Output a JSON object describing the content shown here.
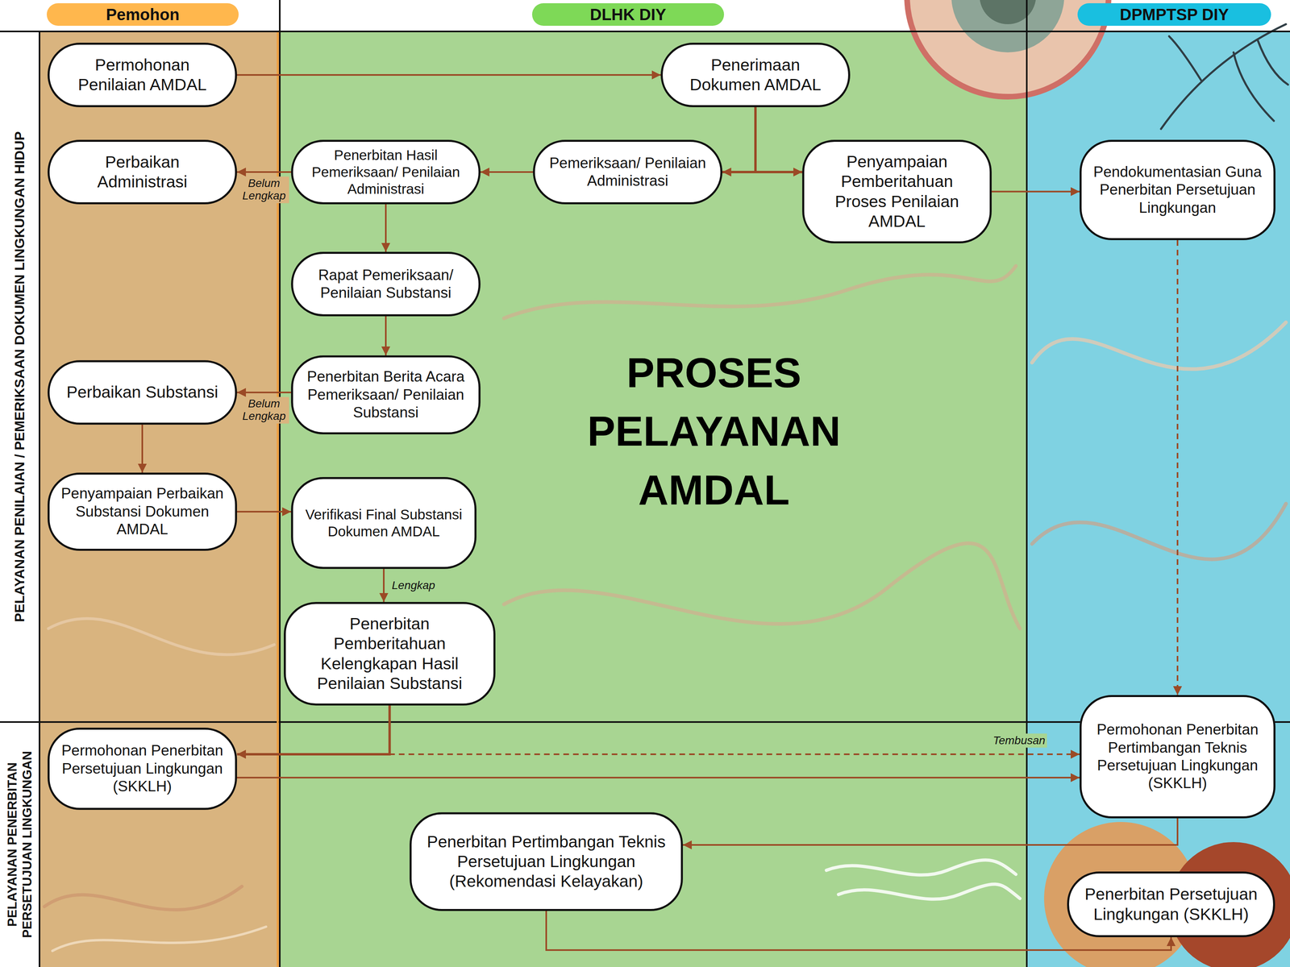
{
  "diagram": {
    "title": "PROSES PELAYANAN AMDAL",
    "nodes": [
      {
        "text": [
          "Pemohon"
        ]
      },
      {
        "text": [
          "DLHK DIY"
        ]
      },
      {
        "text": [
          "DPMPTSP DIY"
        ]
      },
      {
        "text": [
          "Permohonan Penilaian AMDAL"
        ],
        "in": 0
      },
      {
        "text": [
          "Penerimaan Dokumen AMDAL"
        ],
        "in": 1
      },
      {
        "text": [
          "Perbaikan Administrasi"
        ],
        "in": 0
      },
      {
        "text": [
          "Penerbitan Hasil Pemeriksaan/ Penilaian Administrasi"
        ],
        "in": 1
      },
      {
        "text": [
          "Pemeriksaan/ Penilaian Administrasi"
        ],
        "in": 1
      },
      {
        "text": [
          "Penyampaian Pemberitahuan Proses Penilaian AMDAL"
        ],
        "in": 1
      },
      {
        "text": [
          "Pendokumentasian Guna Penerbitan Persetujuan Lingkungan"
        ],
        "in": 2
      },
      {
        "text": [
          "Rapat Pemeriksaan/ Penilaian Substansi"
        ],
        "in": 1
      },
      {
        "text": [
          "Perbaikan Substansi"
        ],
        "in": 0
      },
      {
        "text": [
          "Penerbitan Berita Acara Pemeriksaan/ Penilaian Substansi"
        ],
        "in": 1
      },
      {
        "text": [
          "Penyampaian Perbaikan Substansi Dokumen AMDAL"
        ],
        "in": 0
      },
      {
        "text": [
          "Verifikasi Final Substansi Dokumen AMDAL"
        ],
        "in": 1
      },
      {
        "text": [
          "Penerbitan Pemberitahuan Kelengkapan Hasil Penilaian Substansi"
        ],
        "in": 1
      },
      {
        "text": [
          "Permohonan Penerbitan Pertimbangan Teknis Persetujuan Lingkungan (SKKLH)"
        ],
        "in": 2
      },
      {
        "text": [
          "Permohonan Penerbitan Persetujuan Lingkungan (SKKLH)"
        ],
        "in": 0
      },
      {
        "text": [
          "Penerbitan Pertimbangan Teknis Persetujuan Lingkungan (Rekomendasi Kelayakan)"
        ],
        "in": 1
      },
      {
        "text": [
          "Penerbitan Persetujuan Lingkungan (SKKLH)"
        ],
        "in": 2
      }
    ],
    "edges": [
      {
        "from": 3,
        "to": 4,
        "arrow": "to"
      },
      {
        "from": 4,
        "to": 7,
        "arrow": "to"
      },
      {
        "from": 4,
        "to": 8,
        "arrow": "to"
      },
      {
        "from": 7,
        "to": 6,
        "arrow": "to"
      },
      {
        "from": 6,
        "to": 5,
        "label": "Belum Lengkap",
        "arrow": "to"
      },
      {
        "from": 6,
        "to": 10,
        "arrow": "to"
      },
      {
        "from": 10,
        "to": 12,
        "arrow": "to"
      },
      {
        "from": 12,
        "to": 11,
        "label": "Belum Lengkap",
        "arrow": "to"
      },
      {
        "from": 11,
        "to": 13,
        "arrow": "to"
      },
      {
        "from": 13,
        "to": 14,
        "arrow": "to"
      },
      {
        "from": 14,
        "to": 15,
        "label": "Lengkap",
        "arrow": "to"
      },
      {
        "from": 8,
        "to": 9,
        "arrow": "to"
      },
      {
        "from": 9,
        "to": 16,
        "arrow": "to"
      },
      {
        "from": 15,
        "to": 17,
        "arrow": "to"
      },
      {
        "from": 15,
        "to": 16,
        "label": "Tembusan",
        "arrow": "to"
      },
      {
        "from": 17,
        "to": 16,
        "arrow": "to"
      },
      {
        "from": 16,
        "to": 18,
        "arrow": "to"
      },
      {
        "from": 18,
        "to": 19,
        "arrow": "to"
      }
    ],
    "labels": [
      "PELAYANAN PENILAIAN / PEMERIKSAAN DOKUMEN LINGKUNGAN HIDUP",
      "PELAYANAN PENERBITAN PERSETUJUAN LINGKUNGAN"
    ]
  }
}
